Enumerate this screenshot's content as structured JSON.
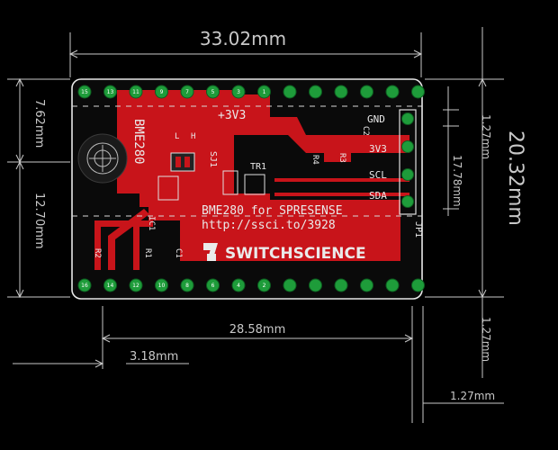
{
  "dimensions": {
    "top_width": "33.02mm",
    "right_height": "20.32mm",
    "left_upper": "7.62mm",
    "left_lower": "12.70mm",
    "right_inner_top": "1.27mm",
    "right_inner_mid": "17.78mm",
    "bottom_span": "28.58mm",
    "bottom_offset": "3.18mm",
    "right_bottom_gap": "1.27mm",
    "bottom_right_gap": "1.27mm"
  },
  "board": {
    "title_line1": "BME280 for SPRESENSE",
    "title_line2": "http://ssci.to/3928",
    "brand": "SWITCHSCIENCE",
    "power_label": "+3V3",
    "sensor_label": "BME280",
    "connector_label": "JP1",
    "transistor_label": "TR1",
    "sj_label": "SJ1",
    "sj_letters": [
      "L",
      "H"
    ],
    "header_pins": [
      {
        "label": "GND"
      },
      {
        "label": "3V3"
      },
      {
        "label": "SCL"
      },
      {
        "label": "SDA"
      }
    ],
    "components": {
      "c2": "C2",
      "r4": "R4",
      "r3": "R3",
      "r2": "R2",
      "r1": "R1",
      "c1": "C1",
      "ic1": "IC1"
    },
    "top_pins": [
      "15",
      "13",
      "11",
      "9",
      "7",
      "5",
      "3",
      "1"
    ],
    "bottom_pins": [
      "16",
      "14",
      "12",
      "10",
      "8",
      "6",
      "4",
      "2"
    ]
  },
  "colors": {
    "board_fill": "#0a0a0a",
    "copper": "#c8141a",
    "pad": "#1e9c3a",
    "silk": "#eaeaea",
    "dimension": "#c8c8c8"
  }
}
